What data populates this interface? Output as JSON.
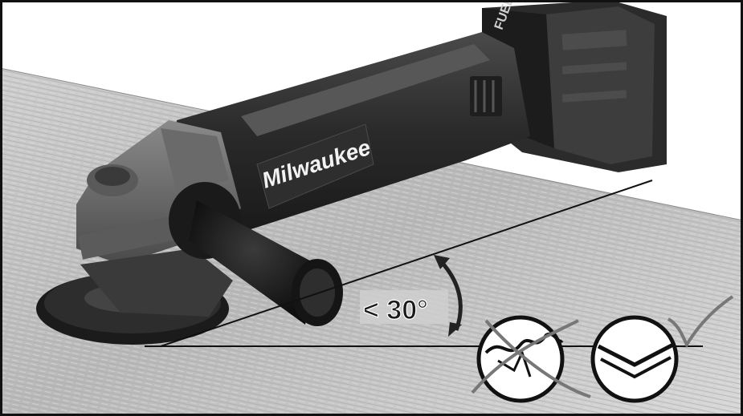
{
  "brand_logo": "Milwaukee",
  "battery_label": "FUEL",
  "angle_label": "< 30°",
  "illustration": {
    "subject": "angle-grinder-on-metal-surface",
    "incorrect_mark": "x-mark",
    "correct_mark": "check-mark"
  }
}
